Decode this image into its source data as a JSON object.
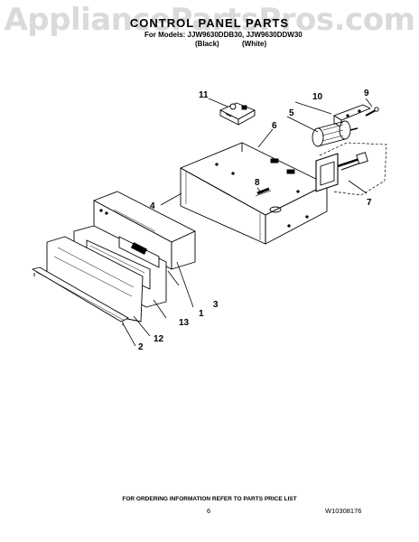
{
  "watermark": "AppliancePartsPros.com",
  "header": {
    "title": "CONTROL PANEL PARTS",
    "models_line": "For Models: JJW9630DDB30, JJW9630DDW30",
    "color_black": "(Black)",
    "color_white": "(White)"
  },
  "callouts": [
    "1",
    "2",
    "3",
    "4",
    "5",
    "6",
    "7",
    "8",
    "9",
    "10",
    "11",
    "12",
    "13"
  ],
  "footer": {
    "ordering_note": "FOR ORDERING INFORMATION REFER TO PARTS PRICE LIST",
    "page_number": "6",
    "document_number": "W10308176"
  }
}
